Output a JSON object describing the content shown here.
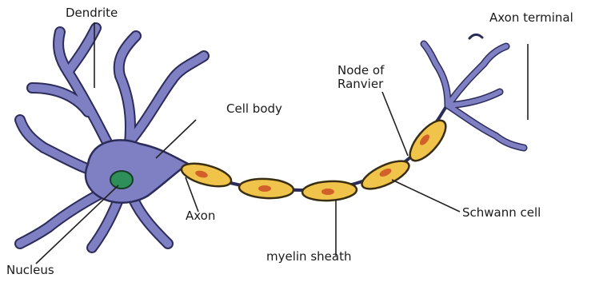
{
  "labels": {
    "dendrite": "Dendrite",
    "axon_terminal": "Axon terminal",
    "node_of_ranvier": "Node of\nRanvier",
    "cell_body": "Cell body",
    "axon": "Axon",
    "schwann_cell": "Schwann cell",
    "myelin_sheath": "myelin sheath",
    "nucleus": "Nucleus"
  },
  "colors": {
    "neuron_body": "#7f7fc4",
    "neuron_outline": "#2c2c5a",
    "myelin_fill": "#f0c44a",
    "myelin_outline": "#3a2e12",
    "schwann_nucleus": "#d2602a",
    "cell_nucleus": "#2f8f5a",
    "leader_line": "#222222"
  }
}
